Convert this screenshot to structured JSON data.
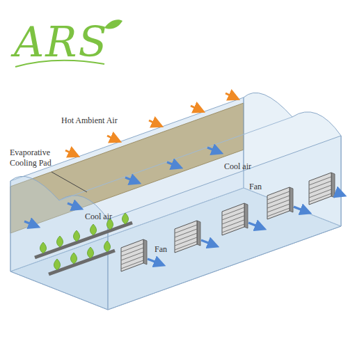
{
  "diagram": {
    "labels": [
      "ARS",
      "Hot Ambient Air",
      "Evaporative Cooling Pad",
      "Cool air",
      "Cool air",
      "Fan",
      "Fan"
    ]
  }
}
